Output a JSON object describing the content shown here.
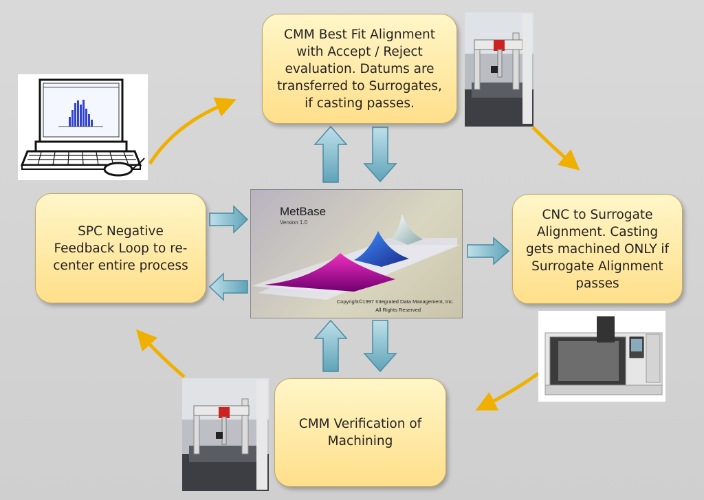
{
  "boxes": {
    "top": [
      "CMM Best Fit Alignment",
      "with Accept / Reject",
      "evaluation. Datums are",
      "transferred to Surrogates,",
      "if casting passes."
    ],
    "right": [
      "CNC to Surrogate",
      "Alignment. Casting",
      "gets machined ONLY if",
      "Surrogate Alignment",
      "passes"
    ],
    "bottom": [
      "CMM Verification of",
      "Machining"
    ],
    "left": [
      "SPC Negative",
      "Feedback Loop to re-",
      "center entire process"
    ]
  },
  "metbase": {
    "title": "MetBase",
    "version": "Version 1.0",
    "copyright": "Copyright©1997 Integrated Data Management, Inc.",
    "rights": "All Rights Reserved"
  },
  "colors": {
    "box_fill_top": "#fff6c8",
    "box_fill_bottom": "#ffdf8a",
    "curved_arrow": "#f0b000",
    "block_arrow": "#7fb8c9",
    "background": "#d3d3d3"
  },
  "icons": [
    "computer-histogram-icon",
    "cmm-machine-photo",
    "cnc-machine-photo"
  ]
}
